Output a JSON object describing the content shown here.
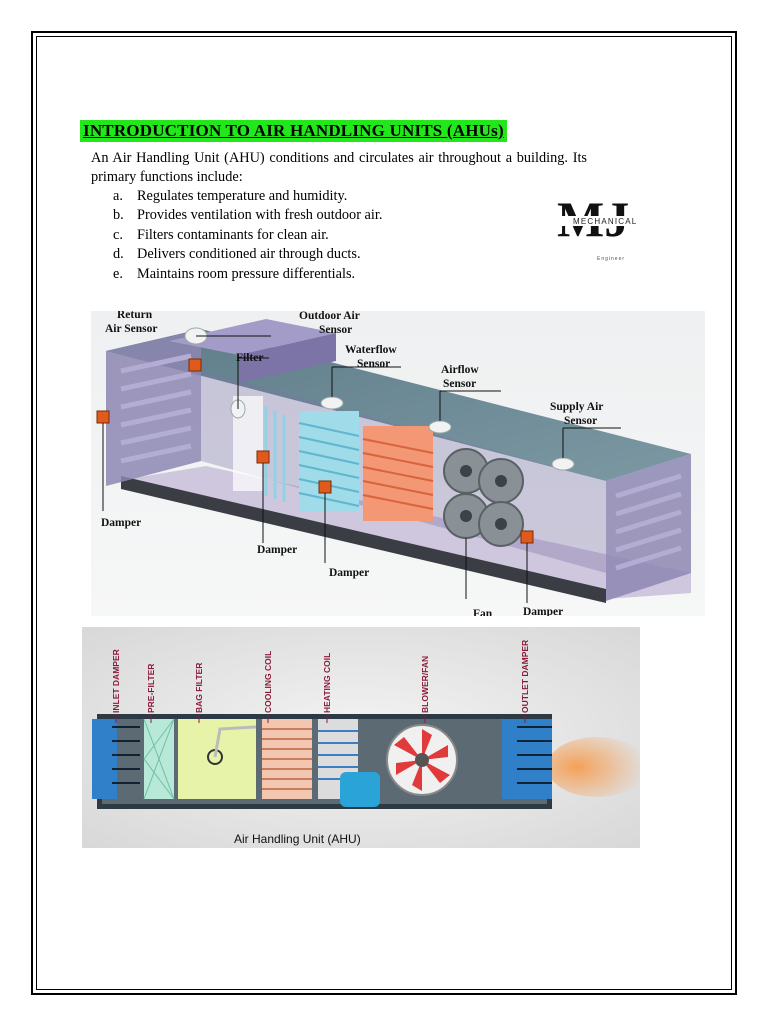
{
  "page": {
    "title": "INTRODUCTION TO AIR HANDLING UNITS (AHUs)",
    "intro": "An Air Handling Unit (AHU) conditions and circulates air throughout a building.  Its primary functions include:",
    "functions": [
      {
        "marker": "a.",
        "text": "Regulates temperature and humidity."
      },
      {
        "marker": "b.",
        "text": "Provides ventilation with fresh outdoor air."
      },
      {
        "marker": "c.",
        "text": "Filters contaminants for clean air."
      },
      {
        "marker": "d.",
        "text": "Delivers conditioned air through ducts."
      },
      {
        "marker": "e.",
        "text": "Maintains room pressure differentials."
      }
    ]
  },
  "logo": {
    "monogram": "MJ",
    "word1": "MECHANICAL",
    "word2": "Engineer"
  },
  "figure1": {
    "labels": {
      "return_air_sensor_1": "Return",
      "return_air_sensor_2": "Air Sensor",
      "outdoor_air_sensor_1": "Outdoor Air",
      "outdoor_air_sensor_2": "Sensor",
      "filter": "Filter",
      "waterflow_sensor_1": "Waterflow",
      "waterflow_sensor_2": "Sensor",
      "airflow_sensor_1": "Airflow",
      "airflow_sensor_2": "Sensor",
      "supply_air_sensor_1": "Supply Air",
      "supply_air_sensor_2": "Sensor",
      "damper_left": "Damper",
      "damper_mid": "Damper",
      "damper_center": "Damper",
      "fan": "Fan",
      "damper_right": "Damper"
    }
  },
  "figure2": {
    "caption": "Air Handling Unit (AHU)",
    "sections": [
      "INLET DAMPER",
      "PRE-FILTER",
      "BAG FILTER",
      "COOLING COIL",
      "HEATING COIL",
      "BLOWER/FAN",
      "OUTLET DAMPER"
    ]
  }
}
